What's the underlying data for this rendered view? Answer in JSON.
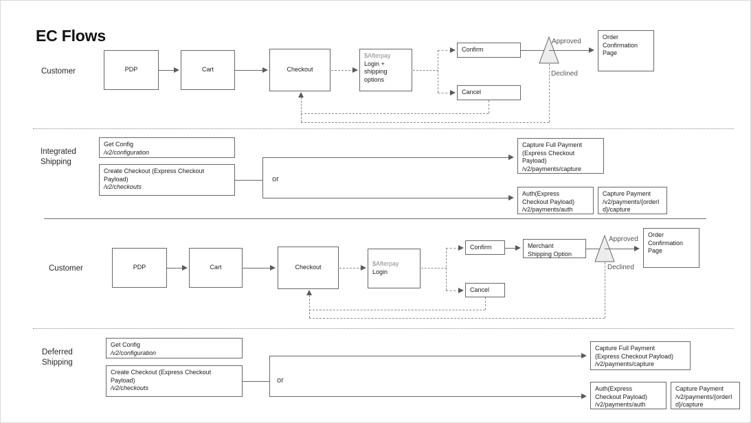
{
  "page": {
    "title": "EC Flows",
    "background": "#ffffff",
    "border_color": "#d8d8d8"
  },
  "colors": {
    "node_border": "#666666",
    "node_fill": "#ffffff",
    "line": "#666666",
    "dashed_line": "#8a8a8a",
    "brand_text": "#8c8c8c",
    "triangle_fill": "#ededed",
    "text": "#1a1a1a"
  },
  "swimlanes": [
    {
      "id": "customer-1",
      "label": "Customer"
    },
    {
      "id": "integrated-shipping",
      "label": "Integrated\nShipping"
    },
    {
      "id": "customer-2",
      "label": "Customer"
    },
    {
      "id": "deferred-shipping",
      "label": "Deferred\nShipping"
    }
  ],
  "row1": {
    "pdp": "PDP",
    "cart": "Cart",
    "checkout": "Checkout",
    "afterpay_brand": "$Afterpay",
    "afterpay_line1": "Login +",
    "afterpay_line2": "shipping",
    "afterpay_line3": "options",
    "confirm": "Confirm",
    "cancel": "Cancel",
    "approved": "Approved",
    "declined": "Declined",
    "order_conf_line1": "Order",
    "order_conf_line2": "Confirmation",
    "order_conf_line3": "Page"
  },
  "row2": {
    "get_config_title": "Get Config",
    "get_config_path": "/v2/configuration",
    "create_checkout_line1": "Create Checkout (Express Checkout",
    "create_checkout_line2": "Payload)",
    "create_checkout_path": "/v2/checkouts",
    "or": "or",
    "capture_full_line1": "Capture Full Payment",
    "capture_full_line2": "(Express Checkout",
    "capture_full_line3": "Payload)",
    "capture_full_path": "/v2/payments/capture",
    "auth_line1": "Auth(Express",
    "auth_line2": "Checkout Payload)",
    "auth_path": "/v2/payments/auth",
    "capture_payment_line1": "Capture Payment",
    "capture_payment_path_line1": "/v2/payments/{orderI",
    "capture_payment_path_line2": "d}/capture"
  },
  "row3": {
    "pdp": "PDP",
    "cart": "Cart",
    "checkout": "Checkout",
    "afterpay_brand": "$Afterpay",
    "afterpay_line1": "Login",
    "confirm": "Confirm",
    "cancel": "Cancel",
    "merchant_line1": "Merchant",
    "merchant_line2": "Shipping Option",
    "approved": "Approved",
    "declined": "Declined",
    "order_conf_line1": "Order",
    "order_conf_line2": "Confirmation",
    "order_conf_line3": "Page"
  },
  "row4": {
    "get_config_title": "Get Config",
    "get_config_path": "/v2/configuration",
    "create_checkout_line1": "Create Checkout (Express Checkout",
    "create_checkout_line2": "Payload)",
    "create_checkout_path": "/v2/checkouts",
    "or": "or",
    "capture_full_line1": "Capture Full Payment",
    "capture_full_line2": "(Express Checkout Payload)",
    "capture_full_path": "/v2/payments/capture",
    "auth_line1": "Auth(Express",
    "auth_line2": "Checkout Payload)",
    "auth_path": "/v2/payments/auth",
    "capture_payment_line1": "Capture Payment",
    "capture_payment_path_line1": "/v2/payments/{orderI",
    "capture_payment_path_line2": "d}/capture"
  }
}
